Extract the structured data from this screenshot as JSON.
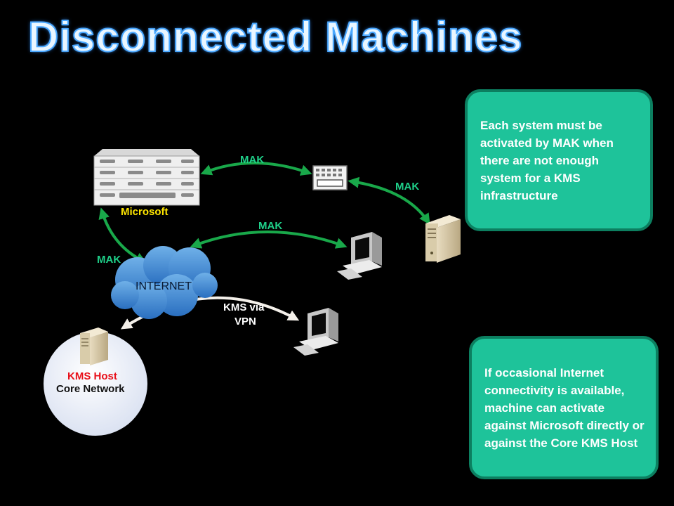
{
  "title": "Disconnected Machines",
  "labels": {
    "microsoft": "Microsoft",
    "internet": "INTERNET",
    "mak_1": "MAK",
    "mak_2": "MAK",
    "mak_3": "MAK",
    "mak_4": "MAK",
    "kms_vpn_line1": "KMS via",
    "kms_vpn_line2": "VPN",
    "kms_host": "KMS Host",
    "core_network": "Core Network"
  },
  "callouts": {
    "top": "Each system must be activated by MAK when there are not enough system for a KMS infrastructure",
    "bottom": "If occasional Internet connectivity is available, machine can activate against Microsoft directly or against the Core KMS Host"
  },
  "icons": {
    "microsoft": "server-rack-icon",
    "internet": "cloud-icon",
    "kms_host": "tower-server-icon"
  },
  "colors": {
    "mak_arrow": "#19a84a",
    "mak_label": "#1fd08a",
    "kms_host_label": "#e8101a",
    "microsoft_label": "#ffe600",
    "callout_fill": "#1ec39a",
    "title_outline": "#4aa8ff"
  }
}
